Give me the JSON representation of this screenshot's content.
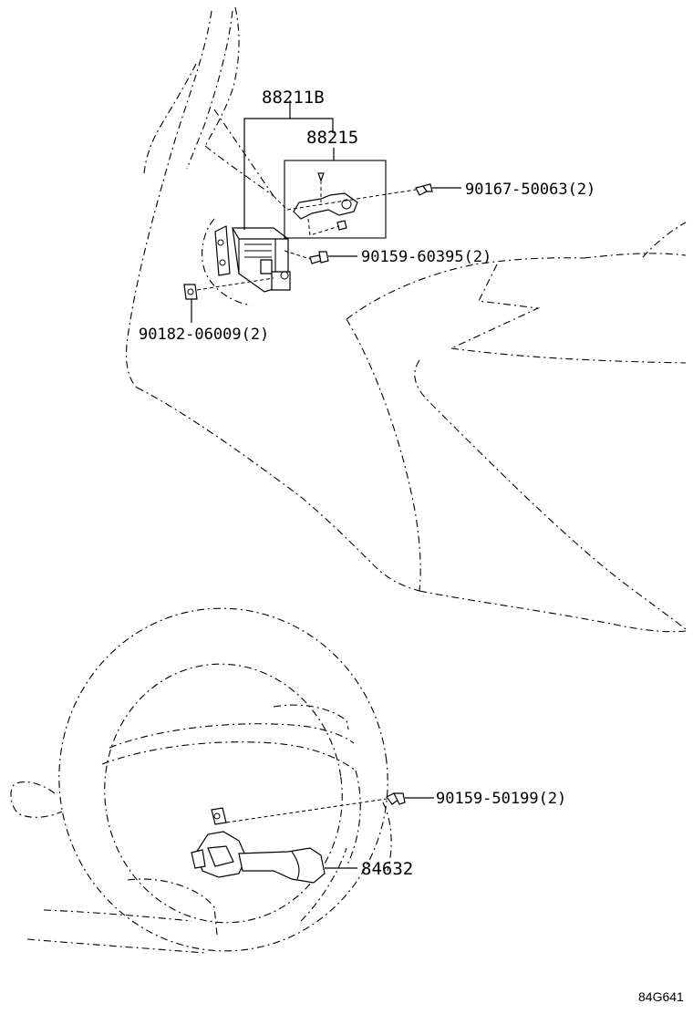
{
  "labels": {
    "assembly": "88211B",
    "bracket": "88215",
    "bolt_upper": "90167-50063(2)",
    "bolt_middle": "90159-60395(2)",
    "nut": "90182-06009(2)",
    "bolt_switch": "90159-50199(2)",
    "switch": "84632",
    "figure_code": "84G641"
  }
}
